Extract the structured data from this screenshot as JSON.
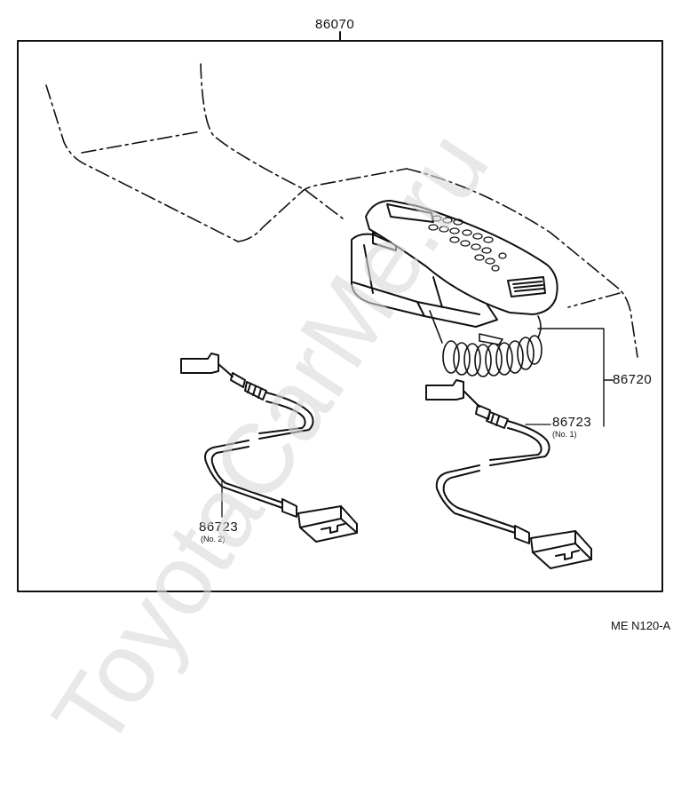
{
  "diagram": {
    "parts": {
      "assembly": "86070",
      "handset_assembly": "86720",
      "cord_no1": "86723",
      "cord_no1_note": "(No. 1)",
      "cord_no2": "86723",
      "cord_no2_note": "(No. 2)"
    },
    "figure_code": "ME N120-A"
  },
  "watermark": {
    "text": "ToyotaCarMe.ru"
  }
}
